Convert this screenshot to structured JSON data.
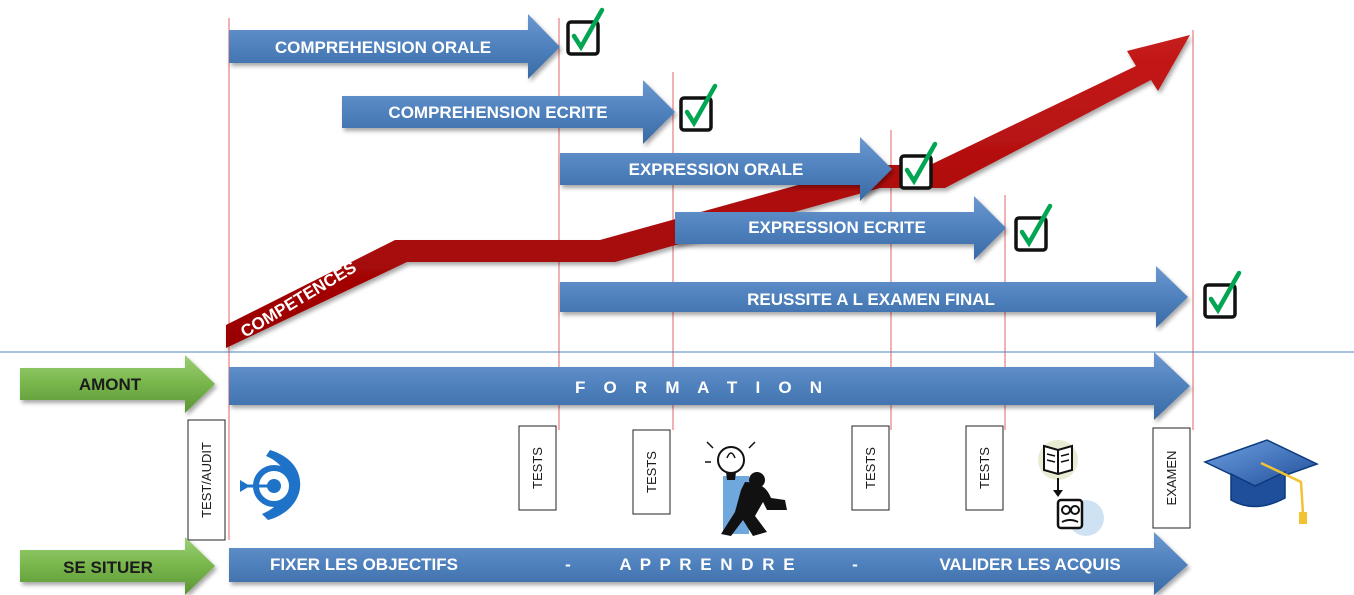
{
  "competence_arrows": [
    {
      "label": "COMPREHENSION ORALE"
    },
    {
      "label": "COMPREHENSION  ECRITE"
    },
    {
      "label": "EXPRESSION ORALE"
    },
    {
      "label": "EXPRESSION ECRITE"
    },
    {
      "label": "REUSSITE A L EXAMEN FINAL"
    }
  ],
  "competences_label": "COMPETENCES",
  "amont": {
    "label": "AMONT"
  },
  "formation": {
    "label": "F   O   R   M   A   T   I   O   N"
  },
  "se_situer": {
    "label": "SE SITUER"
  },
  "bottom_bar": {
    "left": "FIXER LES OBJECTIFS",
    "sep1": "-",
    "middle": "A P P R E N D R E",
    "sep2": "-",
    "right": "VALIDER LES ACQUIS"
  },
  "stages": [
    {
      "label": "TEST/AUDIT"
    },
    {
      "label": "TESTS"
    },
    {
      "label": "TESTS"
    },
    {
      "label": "TESTS"
    },
    {
      "label": "TESTS"
    },
    {
      "label": "EXAMEN"
    }
  ],
  "colors": {
    "blue_arrow": "#4f81bd",
    "blue_dark": "#2f5597",
    "red_arrow": "#b00000",
    "green_arrow": "#6aa84f",
    "divider": "#4f81bd",
    "guide_line": "#e06666",
    "check": "#00a651"
  },
  "icons": [
    "target-icon",
    "lightbulb-man-icon",
    "book-thinker-icon",
    "graduation-cap-icon",
    "checkbox-check-icon"
  ]
}
